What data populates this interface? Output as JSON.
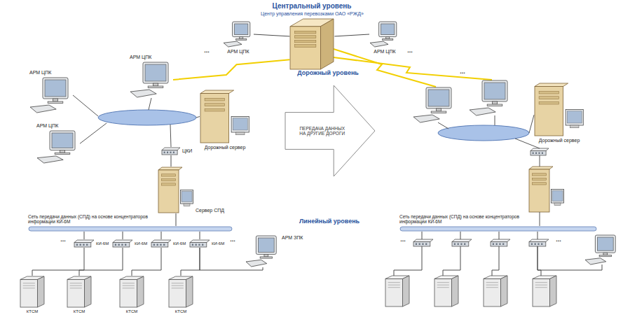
{
  "diagram": {
    "nodes": [
      {
        "text": [
          "Центр управления перевозками ОАО «РЖД»"
        ]
      },
      {
        "text": [
          "АРМ ЦПК"
        ]
      },
      {
        "text": [
          "АРМ ЦПК"
        ]
      },
      {
        "text": [
          "АРМ ЦПК"
        ]
      },
      {
        "text": [
          "АРМ ЦПК"
        ]
      },
      {
        "text": [
          "АРМ ЦПК"
        ]
      },
      {
        "text": [
          "Дорожный сервер"
        ]
      },
      {
        "text": [
          "ЦКИ"
        ]
      },
      {
        "text": [
          "Сервер СПД"
        ]
      },
      {
        "text": [
          "Сеть передачи данных (СПД) на основе концентраторов информации КИ-6М"
        ]
      },
      {
        "text": [
          "КИ-6М"
        ]
      },
      {
        "text": [
          "КИ-6М"
        ]
      },
      {
        "text": [
          "КИ-6М"
        ]
      },
      {
        "text": [
          "КИ-6М"
        ]
      },
      {
        "text": [
          "КТСМ"
        ]
      },
      {
        "text": [
          "КТСМ"
        ]
      },
      {
        "text": [
          "КТСМ"
        ]
      },
      {
        "text": [
          "КТСМ"
        ]
      },
      {
        "text": [
          "АРМ ЗПК"
        ]
      },
      {
        "text": [
          "ПЕРЕДАЧА ДАННЫХ НА ДРУГИЕ ДОРОГИ"
        ]
      },
      {
        "text": [
          "Дорожный сервер"
        ]
      },
      {
        "text": [
          "Сеть передачи данных (СПД) на основе концентраторов информации КИ-6М"
        ]
      }
    ],
    "edges": [
      {
        "from": 1,
        "to": 0,
        "arrow": "none"
      },
      {
        "from": 2,
        "to": 0,
        "arrow": "none"
      },
      {
        "from": 0,
        "to": 3,
        "arrow": "none"
      },
      {
        "from": 7,
        "to": 8,
        "arrow": "none"
      },
      {
        "from": 8,
        "to": 9,
        "arrow": "none"
      },
      {
        "from": 9,
        "to": 10,
        "arrow": "none"
      },
      {
        "from": 9,
        "to": 11,
        "arrow": "none"
      },
      {
        "from": 9,
        "to": 12,
        "arrow": "none"
      },
      {
        "from": 9,
        "to": 13,
        "arrow": "none"
      },
      {
        "from": 10,
        "to": 14,
        "arrow": "none"
      },
      {
        "from": 11,
        "to": 15,
        "arrow": "none"
      },
      {
        "from": 12,
        "to": 16,
        "arrow": "none"
      },
      {
        "from": 13,
        "to": 17,
        "arrow": "none"
      },
      {
        "from": 13,
        "to": 18,
        "arrow": "none"
      }
    ],
    "labels": [
      "Центральный уровень",
      "Дорожный уровень",
      "Линейный уровень",
      "...",
      "...",
      "...",
      "...",
      "...",
      "...",
      "..."
    ]
  }
}
